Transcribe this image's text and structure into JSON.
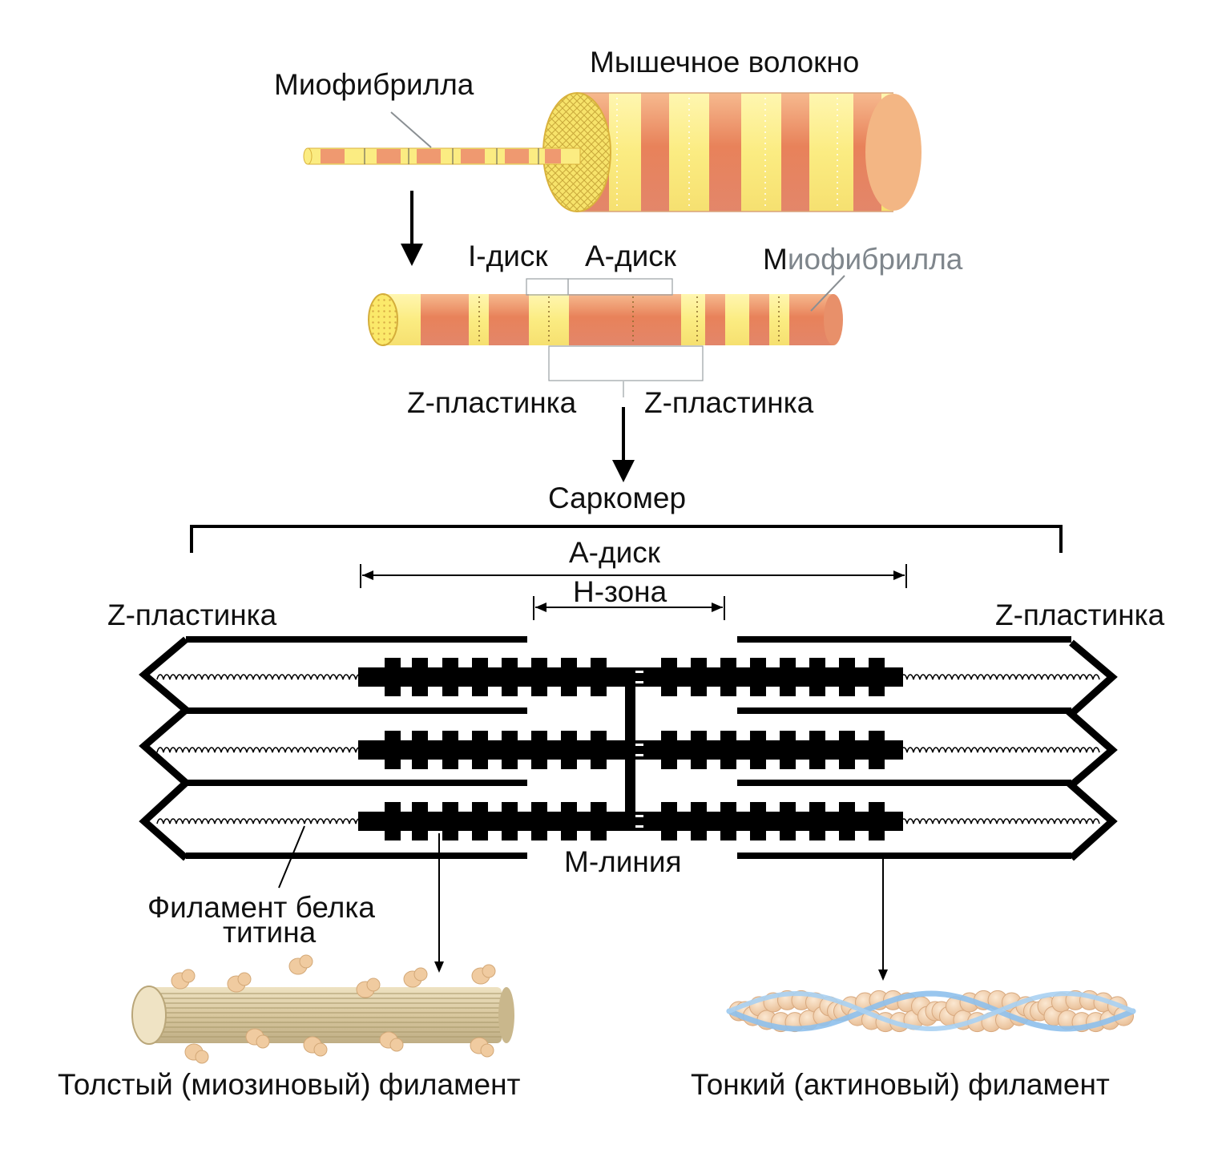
{
  "labels": {
    "muscle_fiber": "Мышечное волокно",
    "myofibril_top": "Миофибрилла",
    "i_disc": "I-диск",
    "a_disc_top": "А-диск",
    "myofibril_right_m": "М",
    "myofibril_right_rest": "иофибрилла",
    "z_plate_left_mid": "Z-пластинка",
    "z_plate_right_mid": "Z-пластинка",
    "sarcomere": "Саркомер",
    "a_disc": "А-диск",
    "h_zone": "Н-зона",
    "z_plate_left": "Z-пластинка",
    "z_plate_right": "Z-пластинка",
    "m_line": "М-линия",
    "titin_line1": "Филамент белка",
    "titin_line2": "титина",
    "thick_filament": "Толстый (миозиновый) филамент",
    "thin_filament": "Тонкий (актиновый) филамент"
  },
  "colors": {
    "band_red": "#e8825a",
    "band_yellow": "#fbec82",
    "filament": "#000000",
    "myosin": "#d8c79e",
    "actin_bead": "#f1d2b2",
    "actin_strand": "#8ec0ec",
    "label_gray": "#7f868c"
  }
}
